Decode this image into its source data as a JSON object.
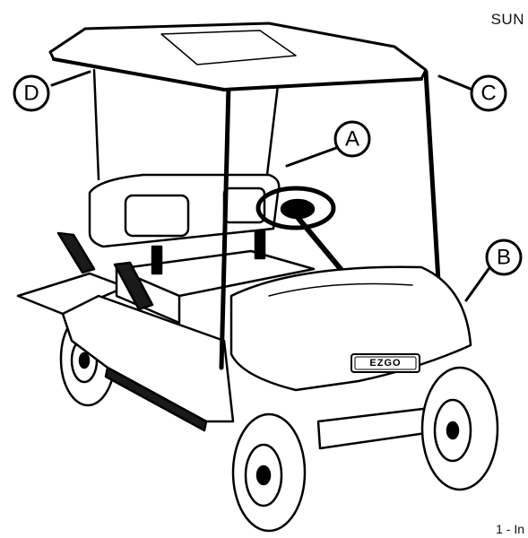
{
  "header": {
    "text": "SUN"
  },
  "footer": {
    "text": "1 - In"
  },
  "badge": {
    "text": "EZGO"
  },
  "callouts": [
    {
      "id": "a",
      "letter": "A"
    },
    {
      "id": "b",
      "letter": "B"
    },
    {
      "id": "c",
      "letter": "C"
    },
    {
      "id": "d",
      "letter": "D"
    }
  ],
  "colors": {
    "line": "#000000",
    "fill": "#ffffff",
    "shade": "#1a1a1a"
  }
}
